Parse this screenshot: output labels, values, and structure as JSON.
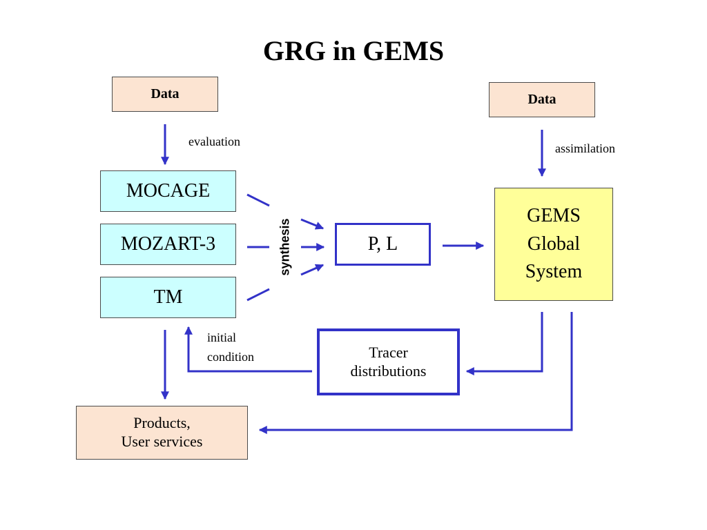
{
  "title": "GRG in GEMS",
  "data_left": "Data",
  "data_right": "Data",
  "labels": {
    "evaluation": "evaluation",
    "assimilation": "assimilation",
    "synthesis": "synthesis",
    "initial_line1": "initial",
    "initial_line2": "condition"
  },
  "models": [
    "MOCAGE",
    "MOZART-3",
    "TM"
  ],
  "pl": "P, L",
  "gems": [
    "GEMS",
    "Global",
    "System"
  ],
  "tracer": [
    "Tracer",
    "distributions"
  ],
  "products": [
    "Products,",
    "User services"
  ],
  "colors": {
    "arrow": "#3232c8",
    "data_fill": "#fce4d2",
    "model_fill": "#ccffff",
    "gems_fill": "#ffff99"
  }
}
